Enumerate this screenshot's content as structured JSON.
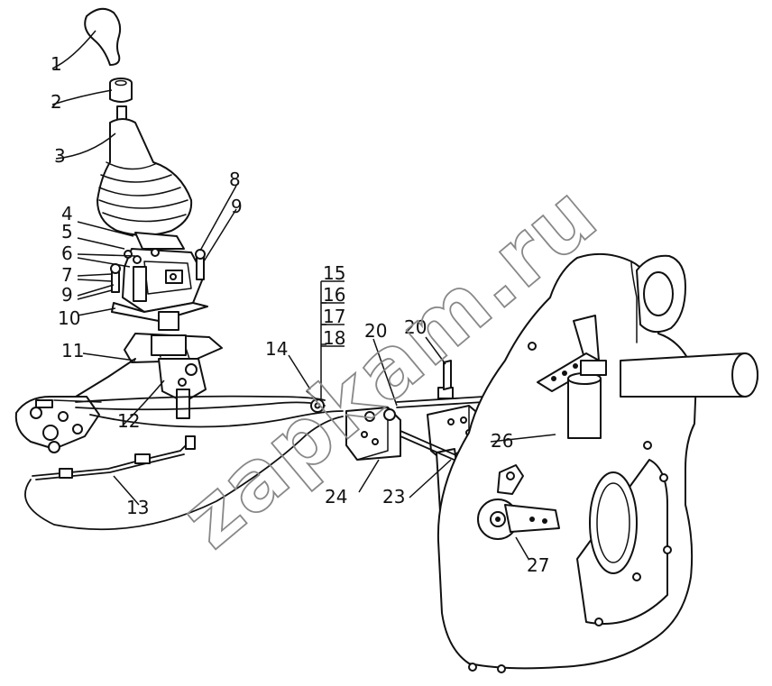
{
  "watermark": "zapkam.ru",
  "callouts": [
    {
      "id": "1",
      "label": "1"
    },
    {
      "id": "2",
      "label": "2"
    },
    {
      "id": "3",
      "label": "3"
    },
    {
      "id": "4",
      "label": "4"
    },
    {
      "id": "5",
      "label": "5"
    },
    {
      "id": "6",
      "label": "6"
    },
    {
      "id": "7",
      "label": "7"
    },
    {
      "id": "8",
      "label": "8"
    },
    {
      "id": "9a",
      "label": "9"
    },
    {
      "id": "9b",
      "label": "9"
    },
    {
      "id": "10",
      "label": "10"
    },
    {
      "id": "11",
      "label": "11"
    },
    {
      "id": "12",
      "label": "12"
    },
    {
      "id": "13",
      "label": "13"
    },
    {
      "id": "14",
      "label": "14"
    },
    {
      "id": "15",
      "label": "15"
    },
    {
      "id": "16",
      "label": "16"
    },
    {
      "id": "17",
      "label": "17"
    },
    {
      "id": "18",
      "label": "18"
    },
    {
      "id": "20a",
      "label": "20"
    },
    {
      "id": "20b",
      "label": "20"
    },
    {
      "id": "23",
      "label": "23"
    },
    {
      "id": "24",
      "label": "24"
    },
    {
      "id": "26",
      "label": "26"
    },
    {
      "id": "27",
      "label": "27"
    }
  ]
}
